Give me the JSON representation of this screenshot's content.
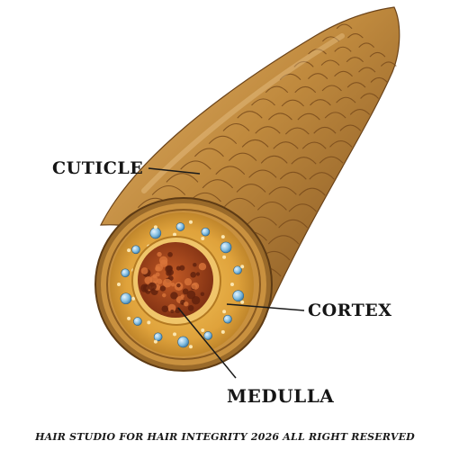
{
  "labels": {
    "cuticle": "CUTICLE",
    "cortex": "CORTEX",
    "medulla": "MEDULLA"
  },
  "footer": "HAIR STUDIO FOR HAIR INTEGRITY 2026 ALL RIGHT RESERVED",
  "colors": {
    "cuticle_light": "#d6a45c",
    "cuticle_mid": "#b98238",
    "cuticle_dark": "#6d4318",
    "cortex_fill": "#e3ac3e",
    "medulla_fill": "#a8461f",
    "granule_blue": "#7fb6d8",
    "leader_line": "#1a1a1a"
  }
}
